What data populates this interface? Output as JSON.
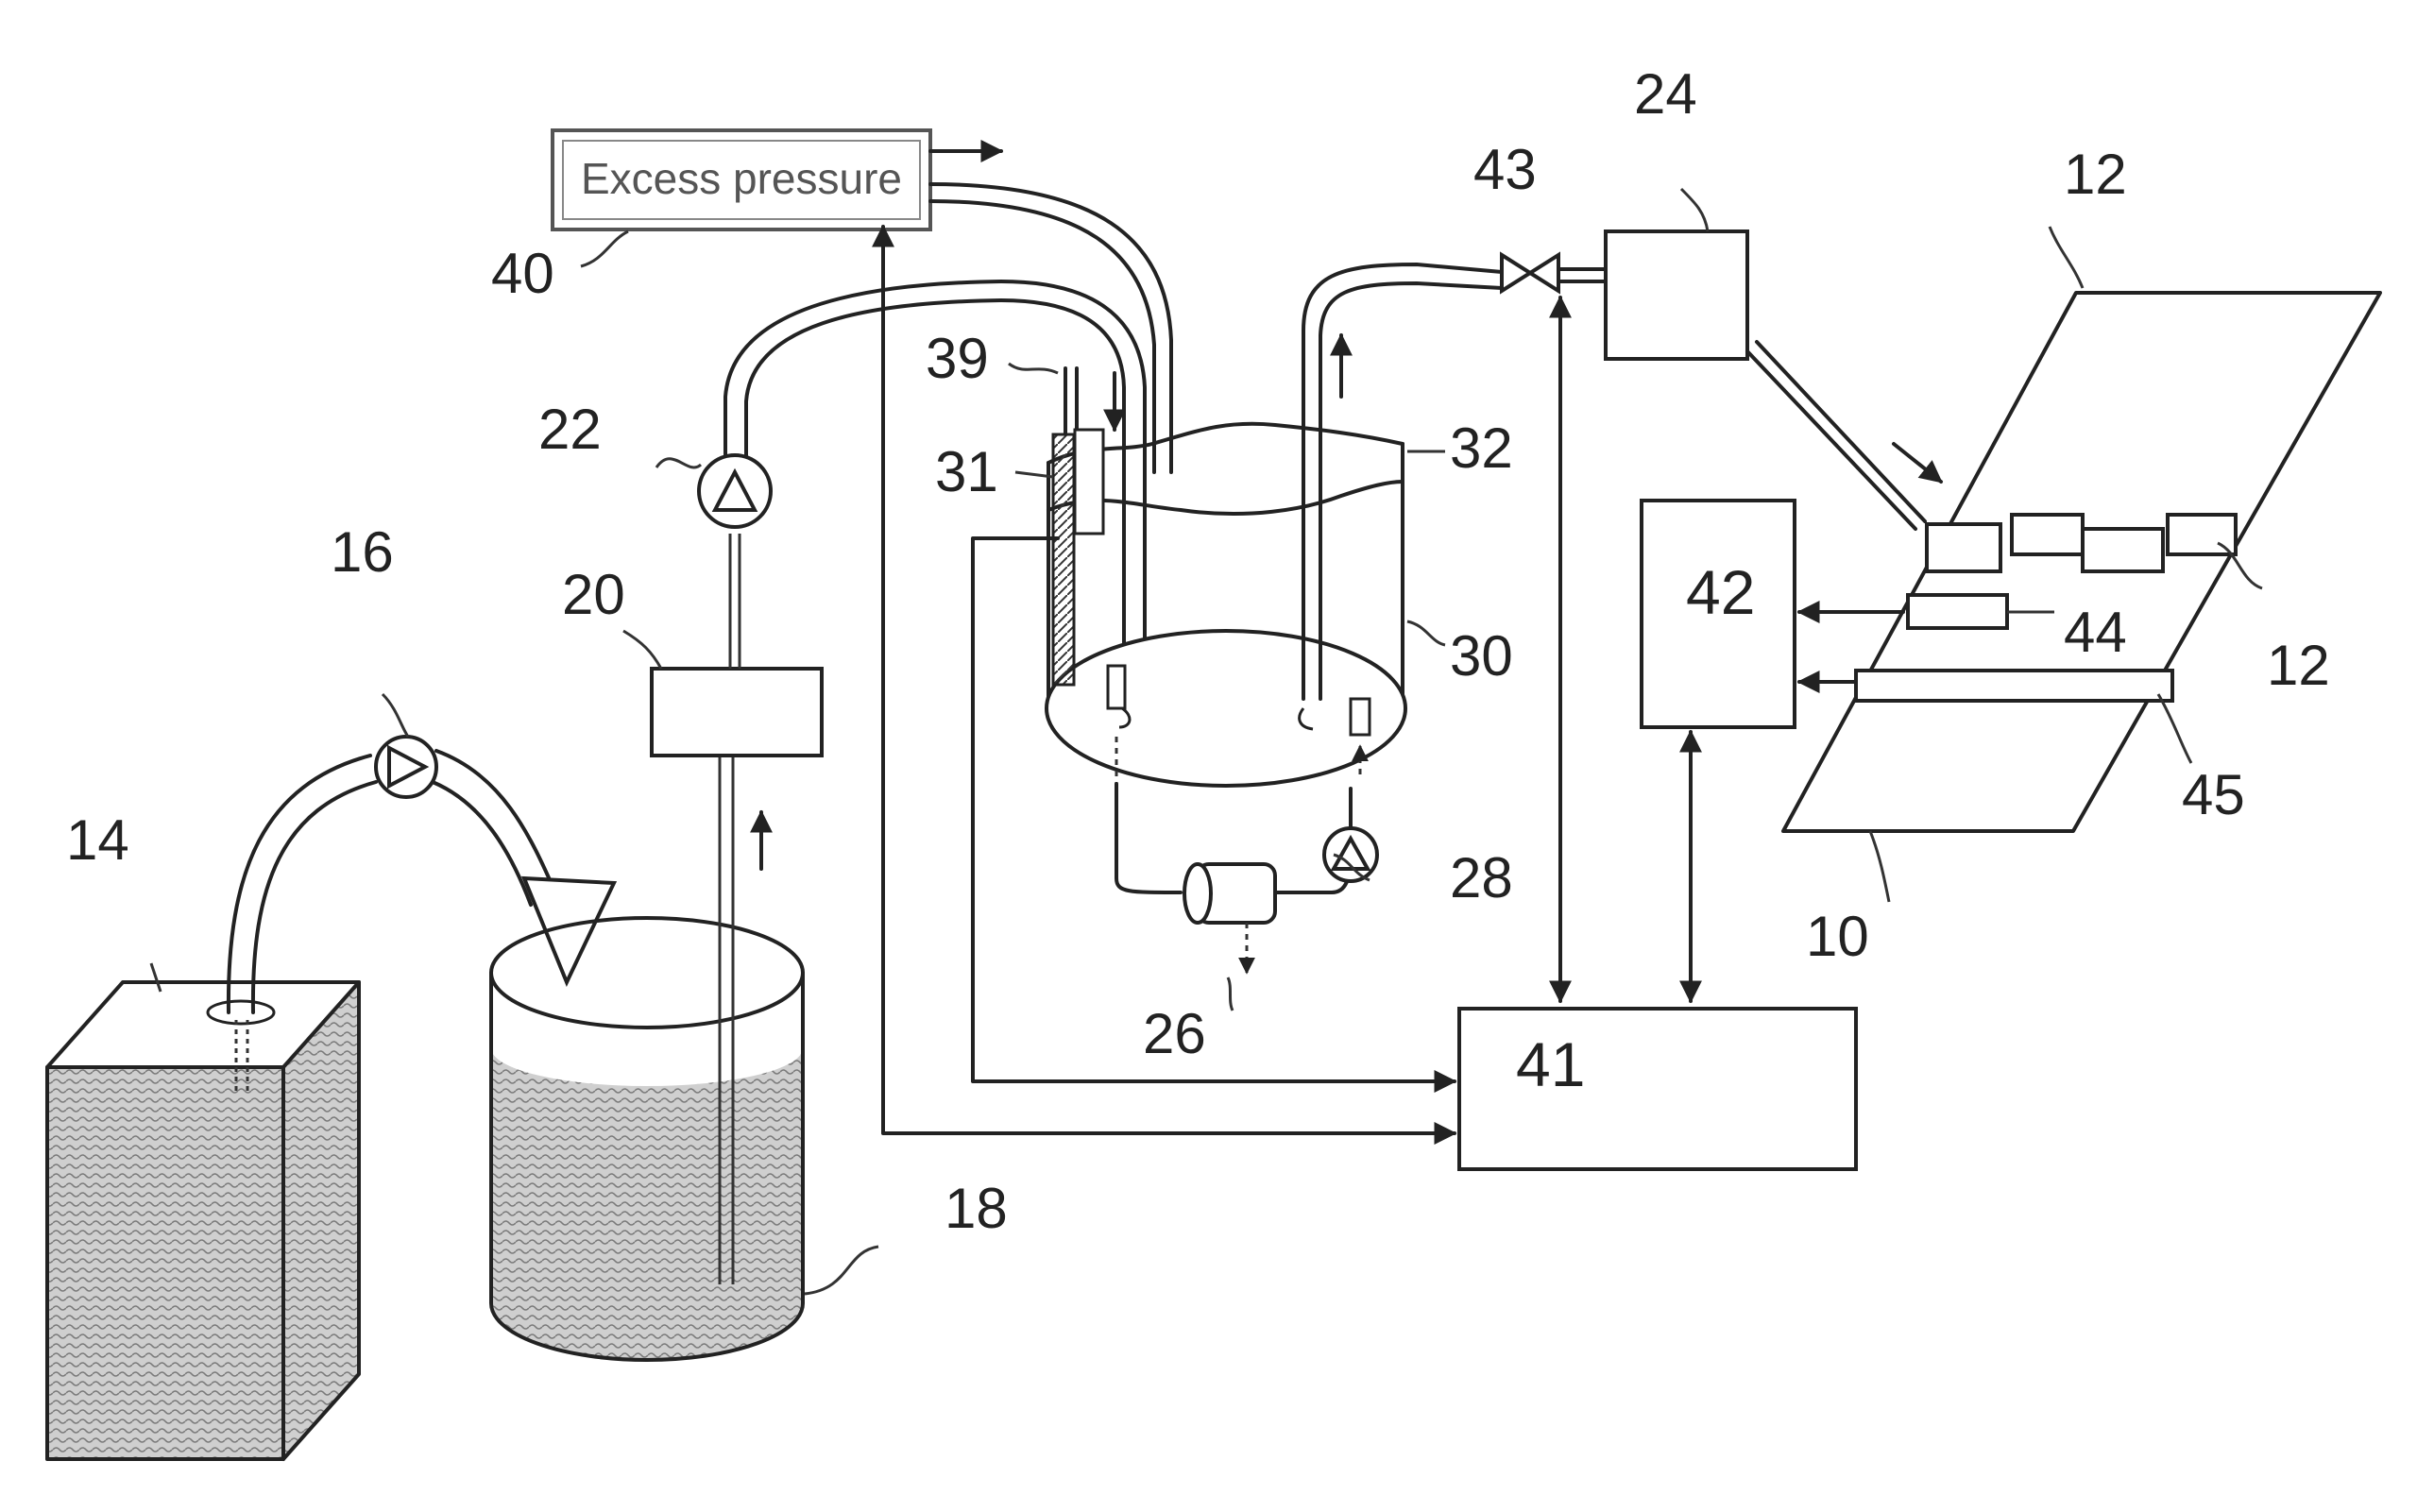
{
  "figure": {
    "excess_pressure_label": "Excess pressure",
    "refs": {
      "r10": "10",
      "r12a": "12",
      "r12b": "12",
      "r14": "14",
      "r16": "16",
      "r18": "18",
      "r20": "20",
      "r22": "22",
      "r24": "24",
      "r26": "26",
      "r28": "28",
      "r30": "30",
      "r31": "31",
      "r32": "32",
      "r39": "39",
      "r40": "40",
      "r41": "41",
      "r42": "42",
      "r43": "43",
      "r44": "44",
      "r45": "45"
    }
  }
}
